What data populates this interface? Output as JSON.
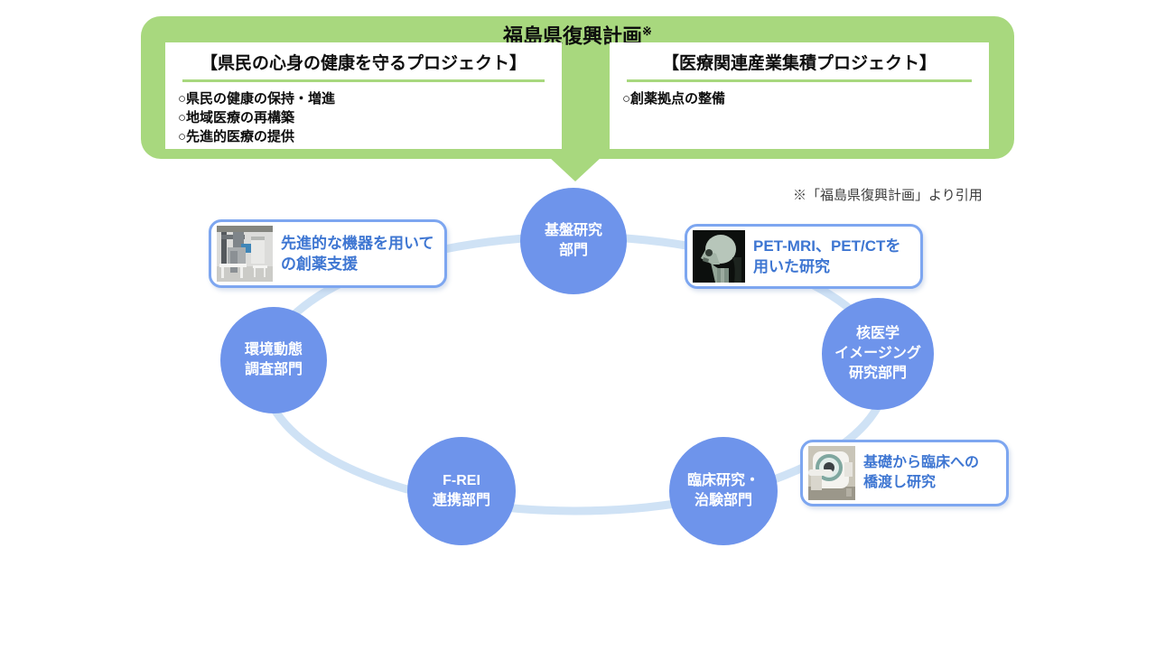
{
  "header": {
    "title": "福島県復興計画",
    "mark": "※"
  },
  "citation": "※「福島県復興計画」より引用",
  "projects": [
    {
      "heading": "【県民の心身の健康を守るプロジェクト】",
      "items": [
        "○県民の健康の保持・増進",
        "○地域医療の再構築",
        "○先進的医療の提供"
      ]
    },
    {
      "heading": "【医療関連産業集積プロジェクト】",
      "items": [
        "○創薬拠点の整備"
      ]
    }
  ],
  "departments": [
    {
      "id": "kiban",
      "lines": [
        "基盤研究",
        "部門"
      ]
    },
    {
      "id": "kaku",
      "lines": [
        "核医学",
        "イメージング",
        "研究部門"
      ]
    },
    {
      "id": "rinsho",
      "lines": [
        "臨床研究・",
        "治験部門"
      ]
    },
    {
      "id": "frei",
      "lines": [
        "F-REI",
        "連携部門"
      ]
    },
    {
      "id": "kankyo",
      "lines": [
        "環境動態",
        "調査部門"
      ]
    }
  ],
  "callouts": [
    {
      "photo": "lab-equipment-photo",
      "lines": [
        "先進的な機器を用いて",
        "の創薬支援"
      ]
    },
    {
      "photo": "skull-scan-photo",
      "lines": [
        "PET-MRI、PET/CTを",
        "用いた研究"
      ]
    },
    {
      "photo": "ct-scanner-photo",
      "lines": [
        "基礎から臨床への",
        "橋渡し研究"
      ]
    }
  ],
  "colors": {
    "panel_green": "#A8D87E",
    "circle_blue": "#6E94EB",
    "ring_blue": "#CFE2F5",
    "callout_border": "#7DA6F0",
    "callout_text": "#3E76D2"
  }
}
